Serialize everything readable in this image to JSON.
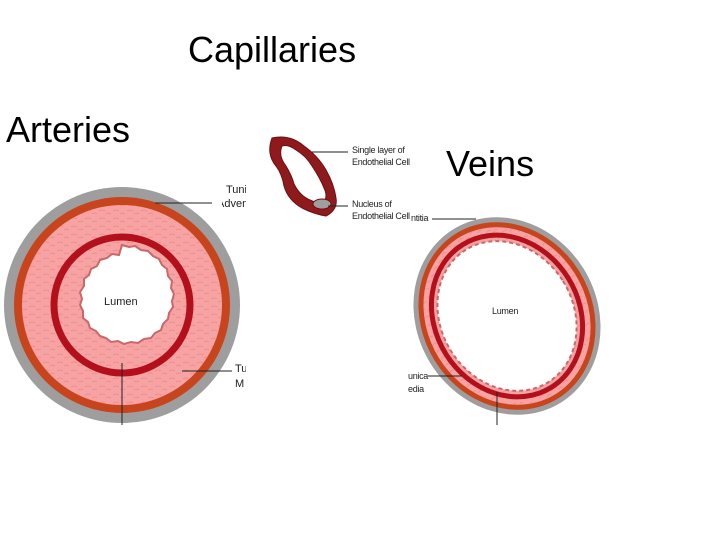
{
  "titles": {
    "capillaries": "Capillaries",
    "arteries": "Arteries",
    "veins": "Veins"
  },
  "artery": {
    "lumen": "Lumen",
    "label_top_1": "Tunic",
    "label_top_2": "Adven",
    "label_bottom_1": "Tu",
    "label_bottom_2": "M"
  },
  "capillary": {
    "label_1_line1": "Single layer of",
    "label_1_line2": "Endothelial Cell",
    "label_2_line1": "Nucleus of",
    "label_2_line2": "Endothelial Cell"
  },
  "vein": {
    "lumen": "Lumen",
    "label_top": "ntitia",
    "label_bottom_1": "unica",
    "label_bottom_2": "edia"
  },
  "colors": {
    "adventitia_gray": "#9e9e9e",
    "media_orange": "#c8441c",
    "media_pink": "#f7a3a3",
    "intima_red": "#b3101b",
    "lumen_white": "#ffffff"
  }
}
